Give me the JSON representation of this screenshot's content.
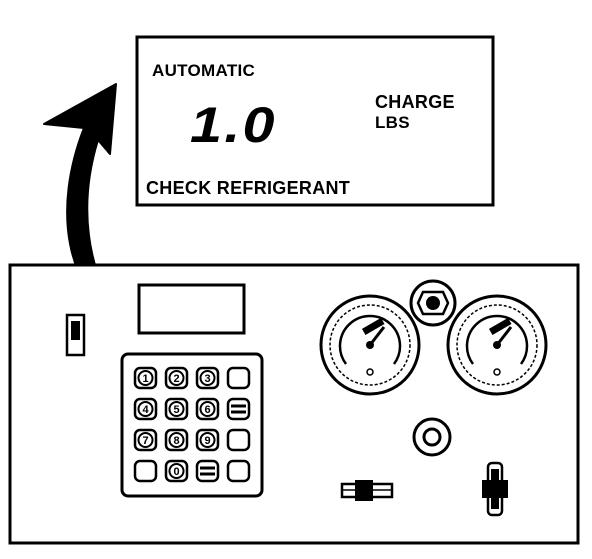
{
  "display": {
    "mode": "AUTOMATIC",
    "value": "1.0",
    "unit_line1": "CHARGE",
    "unit_line2": "LBS",
    "message": "CHECK REFRIGERANT"
  },
  "keypad": {
    "keys": [
      "1",
      "2",
      "3",
      "",
      "4",
      "5",
      "6",
      "=",
      "7",
      "8",
      "9",
      "",
      "",
      "0",
      "=",
      ""
    ]
  },
  "colors": {
    "ink": "#000000",
    "paper": "#ffffff"
  }
}
